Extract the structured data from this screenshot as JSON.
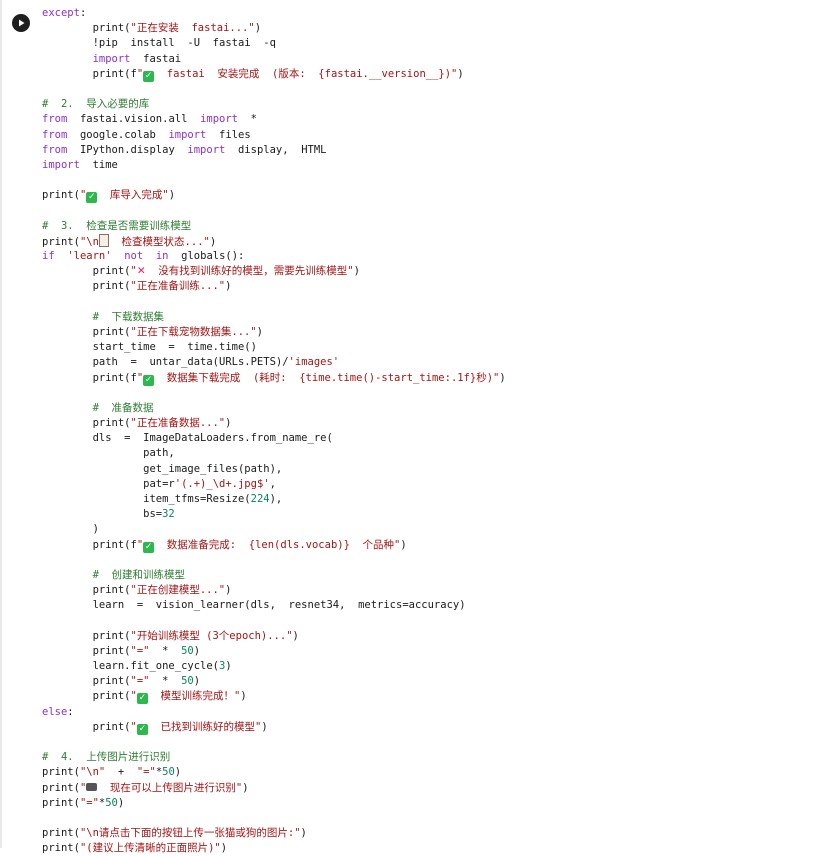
{
  "lines": [
    "except:",
    "        print(\"正在安装  fastai...\")",
    "        !pip  install  -U  fastai  -q",
    "        import  fastai",
    "        print(f\"✅  fastai  安装完成  (版本:  {fastai.__version__})\")",
    "",
    "#  2.  导入必要的库",
    "from  fastai.vision.all  import  *",
    "from  google.colab  import  files",
    "from  IPython.display  import  display,  HTML",
    "import  time",
    "",
    "print(\"✅  库导入完成\")",
    "",
    "#  3.  检查是否需要训练模型",
    "print(\"\\n📋  检查模型状态...\")",
    "if  'learn'  not  in  globals():",
    "        print(\"❌  没有找到训练好的模型，需要先训练模型\")",
    "        print(\"正在准备训练...\")",
    "",
    "        #  下载数据集",
    "        print(\"正在下载宠物数据集...\")",
    "        start_time  =  time.time()",
    "        path  =  untar_data(URLs.PETS)/'images'",
    "        print(f\"✅  数据集下载完成  (耗时:  {time.time()-start_time:.1f}秒)\")",
    "",
    "        #  准备数据",
    "        print(\"正在准备数据...\")",
    "        dls  =  ImageDataLoaders.from_name_re(",
    "                path,",
    "                get_image_files(path),",
    "                pat=r'(.+)_\\d+.jpg$',",
    "                item_tfms=Resize(224),",
    "                bs=32",
    "        )",
    "        print(f\"✅  数据准备完成:  {len(dls.vocab)}  个品种\")",
    "",
    "        #  创建和训练模型",
    "        print(\"正在创建模型...\")",
    "        learn  =  vision_learner(dls,  resnet34,  metrics=accuracy)",
    "",
    "        print(\"开始训练模型 (3个epoch)...\")",
    "        print(\"=\"  *  50)",
    "        learn.fit_one_cycle(3)",
    "        print(\"=\"  *  50)",
    "        print(\"✅  模型训练完成！\")",
    "else:",
    "        print(\"✅  已找到训练好的模型\")",
    "",
    "#  4.  上传图片进行识别",
    "print(\"\\n\"  +  \"=\"*50)",
    "print(\"📷  现在可以上传图片进行识别\")",
    "print(\"=\"*50)",
    "",
    "print(\"\\n请点击下面的按钮上传一张猫或狗的图片:\")",
    "print(\"(建议上传清晰的正面照片)\")"
  ],
  "kinds": [
    "ctl",
    "code",
    "code",
    "code",
    "code",
    "blank",
    "cmt",
    "code",
    "code",
    "code",
    "code",
    "blank",
    "code",
    "blank",
    "cmt",
    "code",
    "code",
    "code",
    "code",
    "blank",
    "cmt",
    "code",
    "code",
    "code",
    "code",
    "blank",
    "cmt",
    "code",
    "code",
    "code",
    "code",
    "code",
    "code",
    "code",
    "code",
    "code",
    "blank",
    "cmt",
    "code",
    "code",
    "blank",
    "code",
    "code",
    "code",
    "code",
    "code",
    "ctl",
    "code",
    "blank",
    "cmt",
    "code",
    "code",
    "code",
    "blank",
    "code",
    "code"
  ],
  "run_button": {
    "icon": "play-icon"
  }
}
